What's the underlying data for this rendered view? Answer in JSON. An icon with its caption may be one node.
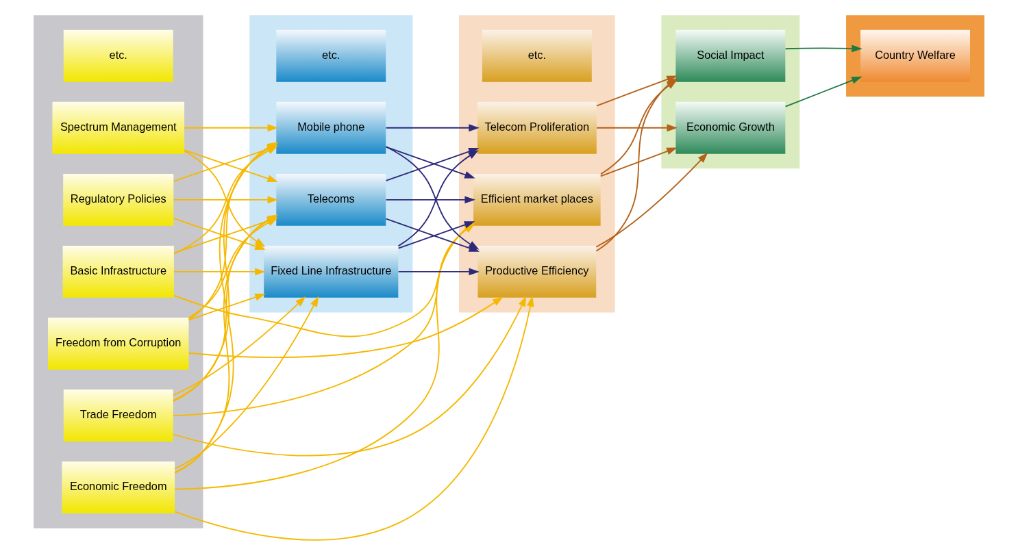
{
  "diagram": {
    "nodes": [
      {
        "text": [],
        "shape": "band"
      },
      {
        "text": [
          "Spectrum Management"
        ],
        "in": 0
      },
      {
        "text": [
          "Regulatory Policies"
        ],
        "in": 0
      },
      {
        "text": [
          "Trade Freedom"
        ],
        "in": 0
      },
      {
        "text": [
          "Basic Infrastructure"
        ],
        "in": 0
      },
      {
        "text": [
          "Economic Freedom"
        ],
        "in": 0
      },
      {
        "text": [
          "Freedom from Corruption"
        ],
        "in": 0
      },
      {
        "text": [
          "etc."
        ],
        "in": 0
      },
      {
        "text": [],
        "shape": "band"
      },
      {
        "text": [
          "Fixed Line Infrastructure"
        ],
        "in": 8
      },
      {
        "text": [
          "Mobile phone"
        ],
        "in": 8
      },
      {
        "text": [
          "Telecoms"
        ],
        "in": 8
      },
      {
        "text": [
          "etc."
        ],
        "in": 8
      },
      {
        "text": [],
        "shape": "band"
      },
      {
        "text": [
          "Telecom Proliferation"
        ],
        "in": 13
      },
      {
        "text": [
          "Efficient market places"
        ],
        "in": 13
      },
      {
        "text": [
          "Productive Efficiency"
        ],
        "in": 13
      },
      {
        "text": [
          "etc."
        ],
        "in": 13
      },
      {
        "text": [],
        "shape": "band"
      },
      {
        "text": [
          "Economic Growth"
        ],
        "in": 18
      },
      {
        "text": [
          "Social Impact"
        ],
        "in": 18
      },
      {
        "text": [],
        "shape": "band"
      },
      {
        "text": [
          "Country Welfare"
        ],
        "in": 21
      }
    ],
    "edges": [
      {
        "from": 1,
        "to": 9,
        "arrow": "to"
      },
      {
        "from": 1,
        "to": 10,
        "arrow": "to"
      },
      {
        "from": 1,
        "to": 11,
        "arrow": "to"
      },
      {
        "from": 2,
        "to": 9,
        "arrow": "to"
      },
      {
        "from": 2,
        "to": 10,
        "arrow": "to"
      },
      {
        "from": 2,
        "to": 11,
        "arrow": "to"
      },
      {
        "from": 3,
        "to": 9,
        "arrow": "to"
      },
      {
        "from": 3,
        "to": 10,
        "arrow": "to"
      },
      {
        "from": 3,
        "to": 11,
        "arrow": "to"
      },
      {
        "from": 3,
        "to": 15,
        "arrow": "to"
      },
      {
        "from": 3,
        "to": 16,
        "arrow": "to"
      },
      {
        "from": 4,
        "to": 9,
        "arrow": "to"
      },
      {
        "from": 4,
        "to": 10,
        "arrow": "to"
      },
      {
        "from": 4,
        "to": 11,
        "arrow": "to"
      },
      {
        "from": 4,
        "to": 15,
        "arrow": "to"
      },
      {
        "from": 5,
        "to": 9,
        "arrow": "to"
      },
      {
        "from": 5,
        "to": 10,
        "arrow": "to"
      },
      {
        "from": 5,
        "to": 11,
        "arrow": "to"
      },
      {
        "from": 5,
        "to": 15,
        "arrow": "to"
      },
      {
        "from": 5,
        "to": 16,
        "arrow": "to"
      },
      {
        "from": 6,
        "to": 9,
        "arrow": "to"
      },
      {
        "from": 6,
        "to": 10,
        "arrow": "to"
      },
      {
        "from": 6,
        "to": 11,
        "arrow": "to"
      },
      {
        "from": 6,
        "to": 16,
        "arrow": "to"
      },
      {
        "from": 9,
        "to": 14,
        "arrow": "to",
        "color": "#2e2a7a"
      },
      {
        "from": 9,
        "to": 15,
        "arrow": "to",
        "color": "#2e2a7a"
      },
      {
        "from": 9,
        "to": 16,
        "arrow": "to",
        "color": "#2e2a7a"
      },
      {
        "from": 10,
        "to": 14,
        "arrow": "to",
        "color": "#2e2a7a"
      },
      {
        "from": 10,
        "to": 15,
        "arrow": "to",
        "color": "#2e2a7a"
      },
      {
        "from": 10,
        "to": 16,
        "arrow": "to",
        "color": "#2e2a7a"
      },
      {
        "from": 11,
        "to": 14,
        "arrow": "to",
        "color": "#2e2a7a"
      },
      {
        "from": 11,
        "to": 15,
        "arrow": "to",
        "color": "#2e2a7a"
      },
      {
        "from": 11,
        "to": 16,
        "arrow": "to",
        "color": "#2e2a7a"
      },
      {
        "from": 14,
        "to": 19,
        "arrow": "to",
        "color": "#b5611a"
      },
      {
        "from": 14,
        "to": 20,
        "arrow": "to",
        "color": "#b5611a"
      },
      {
        "from": 15,
        "to": 19,
        "arrow": "to",
        "color": "#b5611a"
      },
      {
        "from": 15,
        "to": 20,
        "arrow": "to",
        "color": "#b5611a"
      },
      {
        "from": 16,
        "to": 19,
        "arrow": "to",
        "color": "#b5611a"
      },
      {
        "from": 16,
        "to": 20,
        "arrow": "to",
        "color": "#b5611a"
      },
      {
        "from": 19,
        "to": 22,
        "arrow": "to",
        "color": "#1e7a40"
      },
      {
        "from": 20,
        "to": 22,
        "arrow": "to",
        "color": "#1e7a40"
      }
    ]
  }
}
